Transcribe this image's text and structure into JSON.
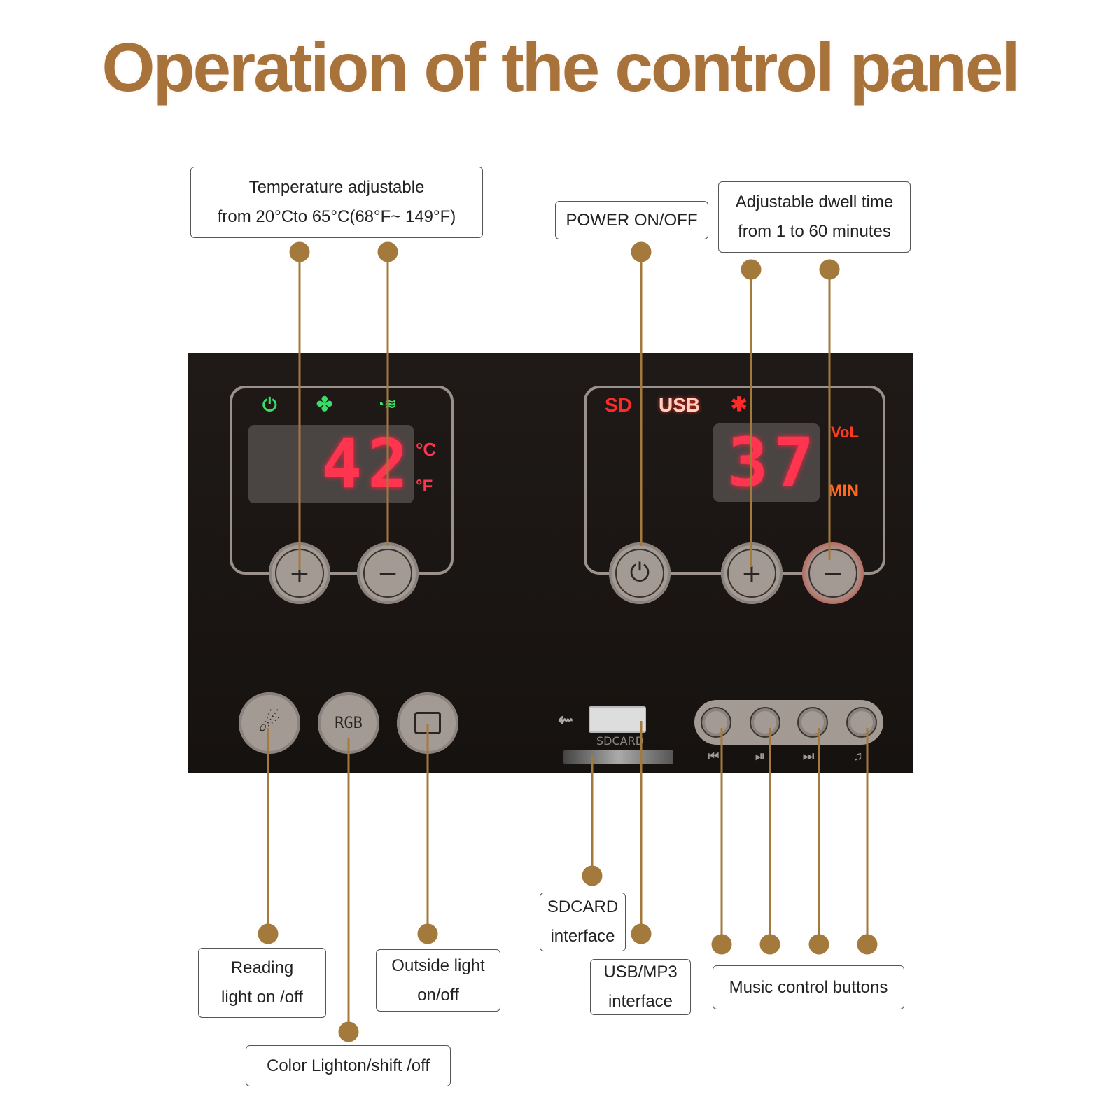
{
  "title": "Operation of the control panel",
  "panel": {
    "temp_display": "42",
    "temp_units": [
      "°C",
      "°F"
    ],
    "timer_display": "37",
    "source_labels": [
      "SD",
      "USB"
    ],
    "vol_label": "VoL",
    "min_label": "MIN",
    "rgb_label": "RGB",
    "sdcard_print": "SDCARD",
    "music_icons": [
      "⏮",
      "⏯",
      "⏭",
      "♫"
    ]
  },
  "labels": {
    "temperature": [
      "Temperature adjustable",
      "from 20°Cto 65°C(68°F~ 149°F)"
    ],
    "power": "POWER ON/OFF",
    "dwell": [
      "Adjustable dwell time",
      "from 1 to 60 minutes"
    ],
    "reading": [
      "Reading",
      "light on /off"
    ],
    "outside": [
      "Outside light",
      "on/off"
    ],
    "color": "Color Lighton/shift /off",
    "sdcard": [
      "SDCARD",
      "interface"
    ],
    "usb": [
      "USB/MP3",
      "interface"
    ],
    "music": "Music control buttons"
  },
  "colors": {
    "accent": "#a8733a",
    "leader": "#a47a3c",
    "led_red": "#ff3550",
    "led_green": "#3ddc6a"
  }
}
